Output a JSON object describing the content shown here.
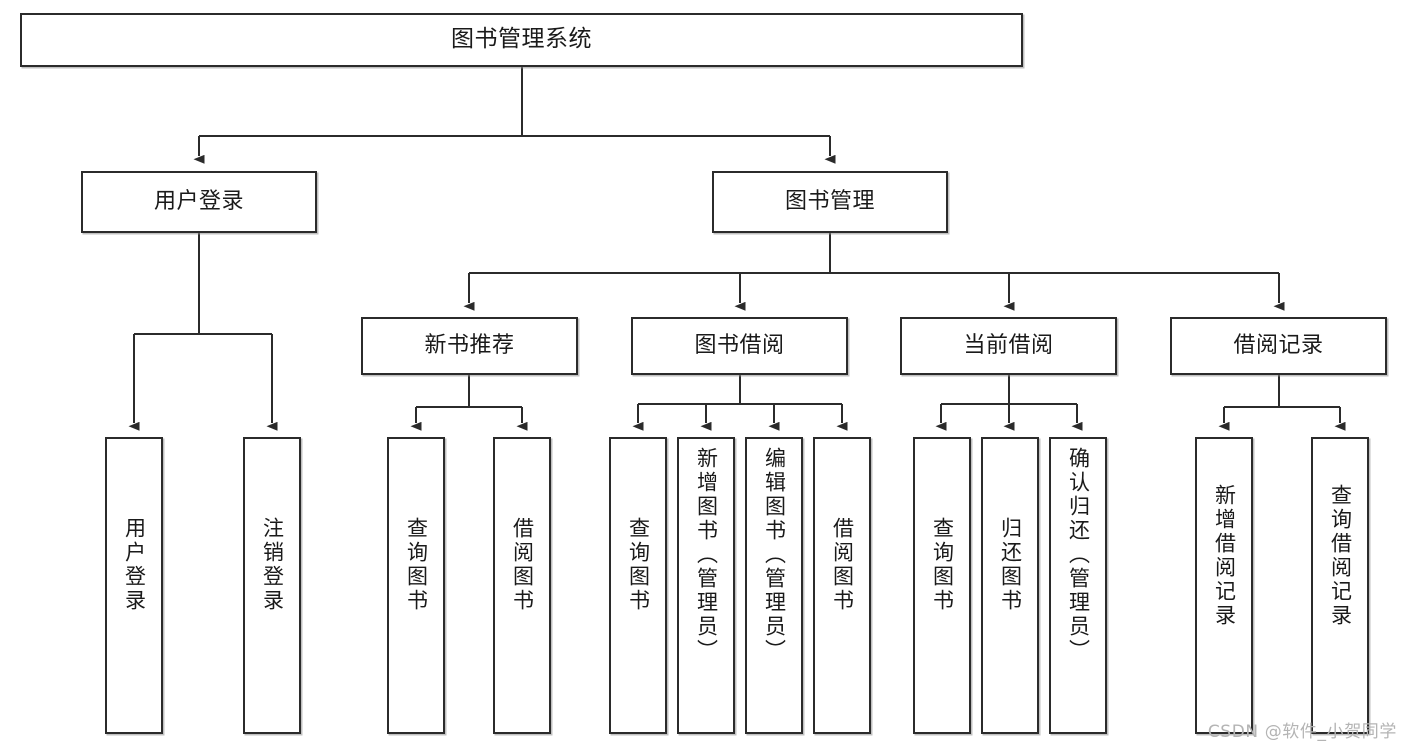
{
  "diagram": {
    "title": "图书管理系统",
    "type": "tree-hierarchy-diagram",
    "root": {
      "label": "图书管理系统"
    },
    "level2": [
      {
        "label": "用户登录"
      },
      {
        "label": "图书管理"
      }
    ],
    "level3": [
      {
        "label": "新书推荐"
      },
      {
        "label": "图书借阅"
      },
      {
        "label": "当前借阅"
      },
      {
        "label": "借阅记录"
      }
    ],
    "leaves_login": [
      {
        "label": "用户登录"
      },
      {
        "label": "注销登录"
      }
    ],
    "leaves_new_books": [
      {
        "label": "查询图书"
      },
      {
        "label": "借阅图书"
      }
    ],
    "leaves_borrow": [
      {
        "label": "查询图书"
      },
      {
        "label": "新增图书（管理员）"
      },
      {
        "label": "编辑图书（管理员）"
      },
      {
        "label": "借阅图书"
      }
    ],
    "leaves_current": [
      {
        "label": "查询图书"
      },
      {
        "label": "归还图书"
      },
      {
        "label": "确认归还（管理员）"
      }
    ],
    "leaves_records": [
      {
        "label": "新增借阅记录"
      },
      {
        "label": "查询借阅记录"
      }
    ]
  },
  "watermark": {
    "text": "CSDN @软件_小贺同学"
  },
  "colors": {
    "stroke": "#2b2b2b",
    "fill": "#ffffff",
    "text": "#1a1a1a",
    "watermark": "#b4b4b4"
  }
}
